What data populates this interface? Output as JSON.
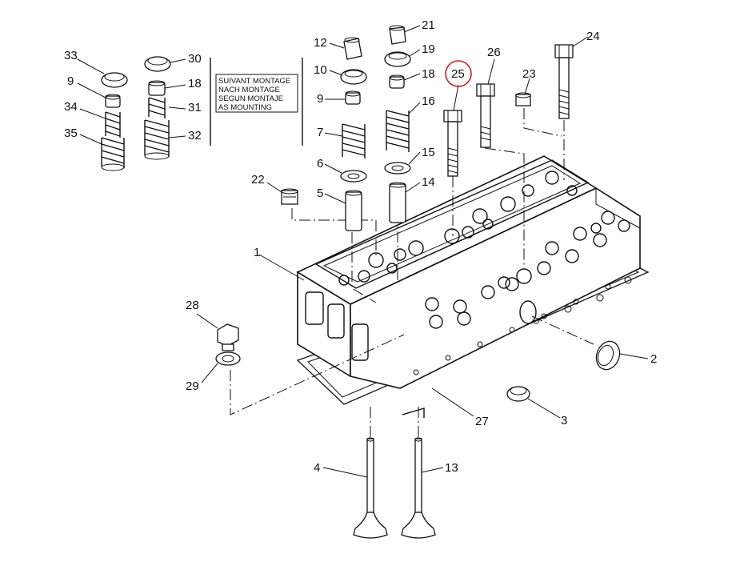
{
  "highlight_color": "#c8202a",
  "highlighted_part": "25",
  "assembly_note": [
    "SUIVANT MONTAGE",
    "NACH MONTAGE",
    "SEGUN MONTAJE",
    "AS MOUNTING"
  ],
  "parts": {
    "p1": "1",
    "p2": "2",
    "p3": "3",
    "p4": "4",
    "p5": "5",
    "p6": "6",
    "p7": "7",
    "p9a": "9",
    "p9b": "9",
    "p10": "10",
    "p12": "12",
    "p13": "13",
    "p14": "14",
    "p15": "15",
    "p16": "16",
    "p18a": "18",
    "p18b": "18",
    "p19": "19",
    "p21": "21",
    "p22": "22",
    "p23": "23",
    "p24": "24",
    "p25": "25",
    "p26": "26",
    "p27": "27",
    "p28": "28",
    "p29": "29",
    "p30": "30",
    "p31": "31",
    "p32": "32",
    "p33": "33",
    "p34": "34",
    "p35": "35"
  }
}
